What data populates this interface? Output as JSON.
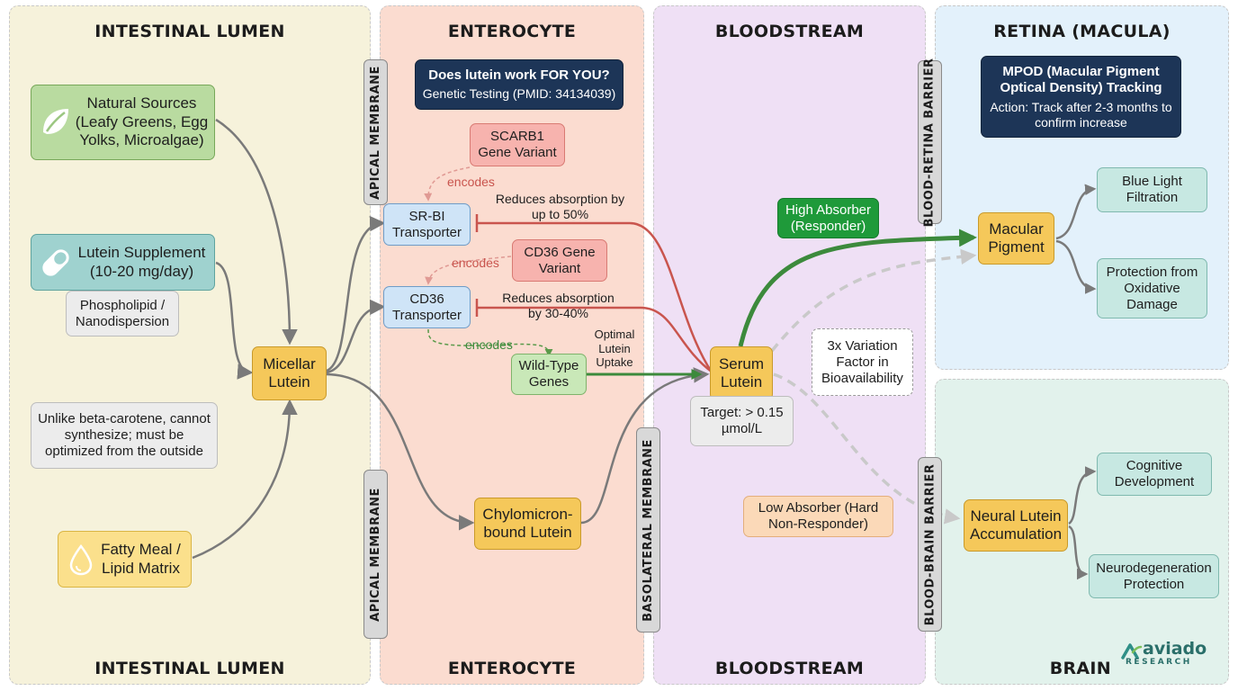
{
  "colors": {
    "lumen_bg": "#f6f2db",
    "enterocyte_bg": "#fbdcd0",
    "bloodstream_bg": "#efe0f5",
    "retina_bg": "#e3f1fb",
    "brain_bg": "#e2f2ec",
    "arrow_gray": "#7a7a7a",
    "arrow_red": "#c9554e",
    "arrow_green": "#3c8a3c",
    "arrow_dash": "#c9c9c9"
  },
  "zones": {
    "lumen": {
      "title_top": "INTESTINAL LUMEN",
      "title_bottom": "INTESTINAL LUMEN"
    },
    "enterocyte": {
      "title_top": "ENTEROCYTE",
      "title_bottom": "ENTEROCYTE"
    },
    "bloodstream": {
      "title_top": "BLOODSTREAM",
      "title_bottom": "BLOODSTREAM"
    },
    "retina": {
      "title_top": "RETINA (MACULA)"
    },
    "brain": {
      "title_bottom": "BRAIN"
    }
  },
  "membranes": {
    "apical_top": "APICAL MEMBRANE",
    "apical_bottom": "APICAL MEMBRANE",
    "basolateral": "BASOLATERAL MEMBRANE",
    "blood_retina": "BLOOD-RETINA BARRIER",
    "blood_brain": "BLOOD-BRAIN BARRIER"
  },
  "nodes": {
    "natural_sources": "Natural Sources (Leafy Greens, Egg Yolks, Microalgae)",
    "lutein_supplement": "Lutein Supplement (10-20 mg/day)",
    "phospholipid": "Phospholipid / Nanodispersion",
    "beta_carotene_note": "Unlike beta-carotene, cannot synthesize; must be optimized from the outside",
    "fatty_meal": "Fatty Meal / Lipid Matrix",
    "micellar_lutein": "Micellar Lutein",
    "genetic_testing_title": "Does lutein work FOR YOU?",
    "genetic_testing_sub": "Genetic Testing (PMID: 34134039)",
    "scarb1": "SCARB1 Gene Variant",
    "srbi": "SR-BI Transporter",
    "cd36_gene": "CD36 Gene Variant",
    "cd36_transporter": "CD36 Transporter",
    "wild_type": "Wild-Type Genes",
    "chylomicron": "Chylomicron-bound Lutein",
    "serum_lutein": "Serum Lutein",
    "target": "Target: > 0.15 µmol/L",
    "high_absorber": "High Absorber (Responder)",
    "low_absorber": "Low Absorber (Hard Non-Responder)",
    "variation": "3x Variation Factor in Bioavailability",
    "mpod_title": "MPOD (Macular Pigment Optical Density) Tracking",
    "mpod_sub": "Action: Track after 2-3 months to confirm increase",
    "macular_pigment": "Macular Pigment",
    "blue_light": "Blue Light Filtration",
    "oxidative": "Protection from Oxidative Damage",
    "neural_lutein": "Neural Lutein Accumulation",
    "cognitive": "Cognitive Development",
    "neurodegeneration": "Neurodegeneration Protection"
  },
  "edge_labels": {
    "encodes_1": "encodes",
    "encodes_2": "encodes",
    "encodes_3": "encodes",
    "reduces_50": "Reduces absorption by up to 50%",
    "reduces_30_40": "Reduces absorption by 30-40%",
    "optimal_uptake": "Optimal Lutein Uptake"
  },
  "logo": {
    "name": "aviado",
    "sub": "RESEARCH"
  },
  "icons": [
    "leaf-icon",
    "pill-icon",
    "droplet-icon"
  ]
}
